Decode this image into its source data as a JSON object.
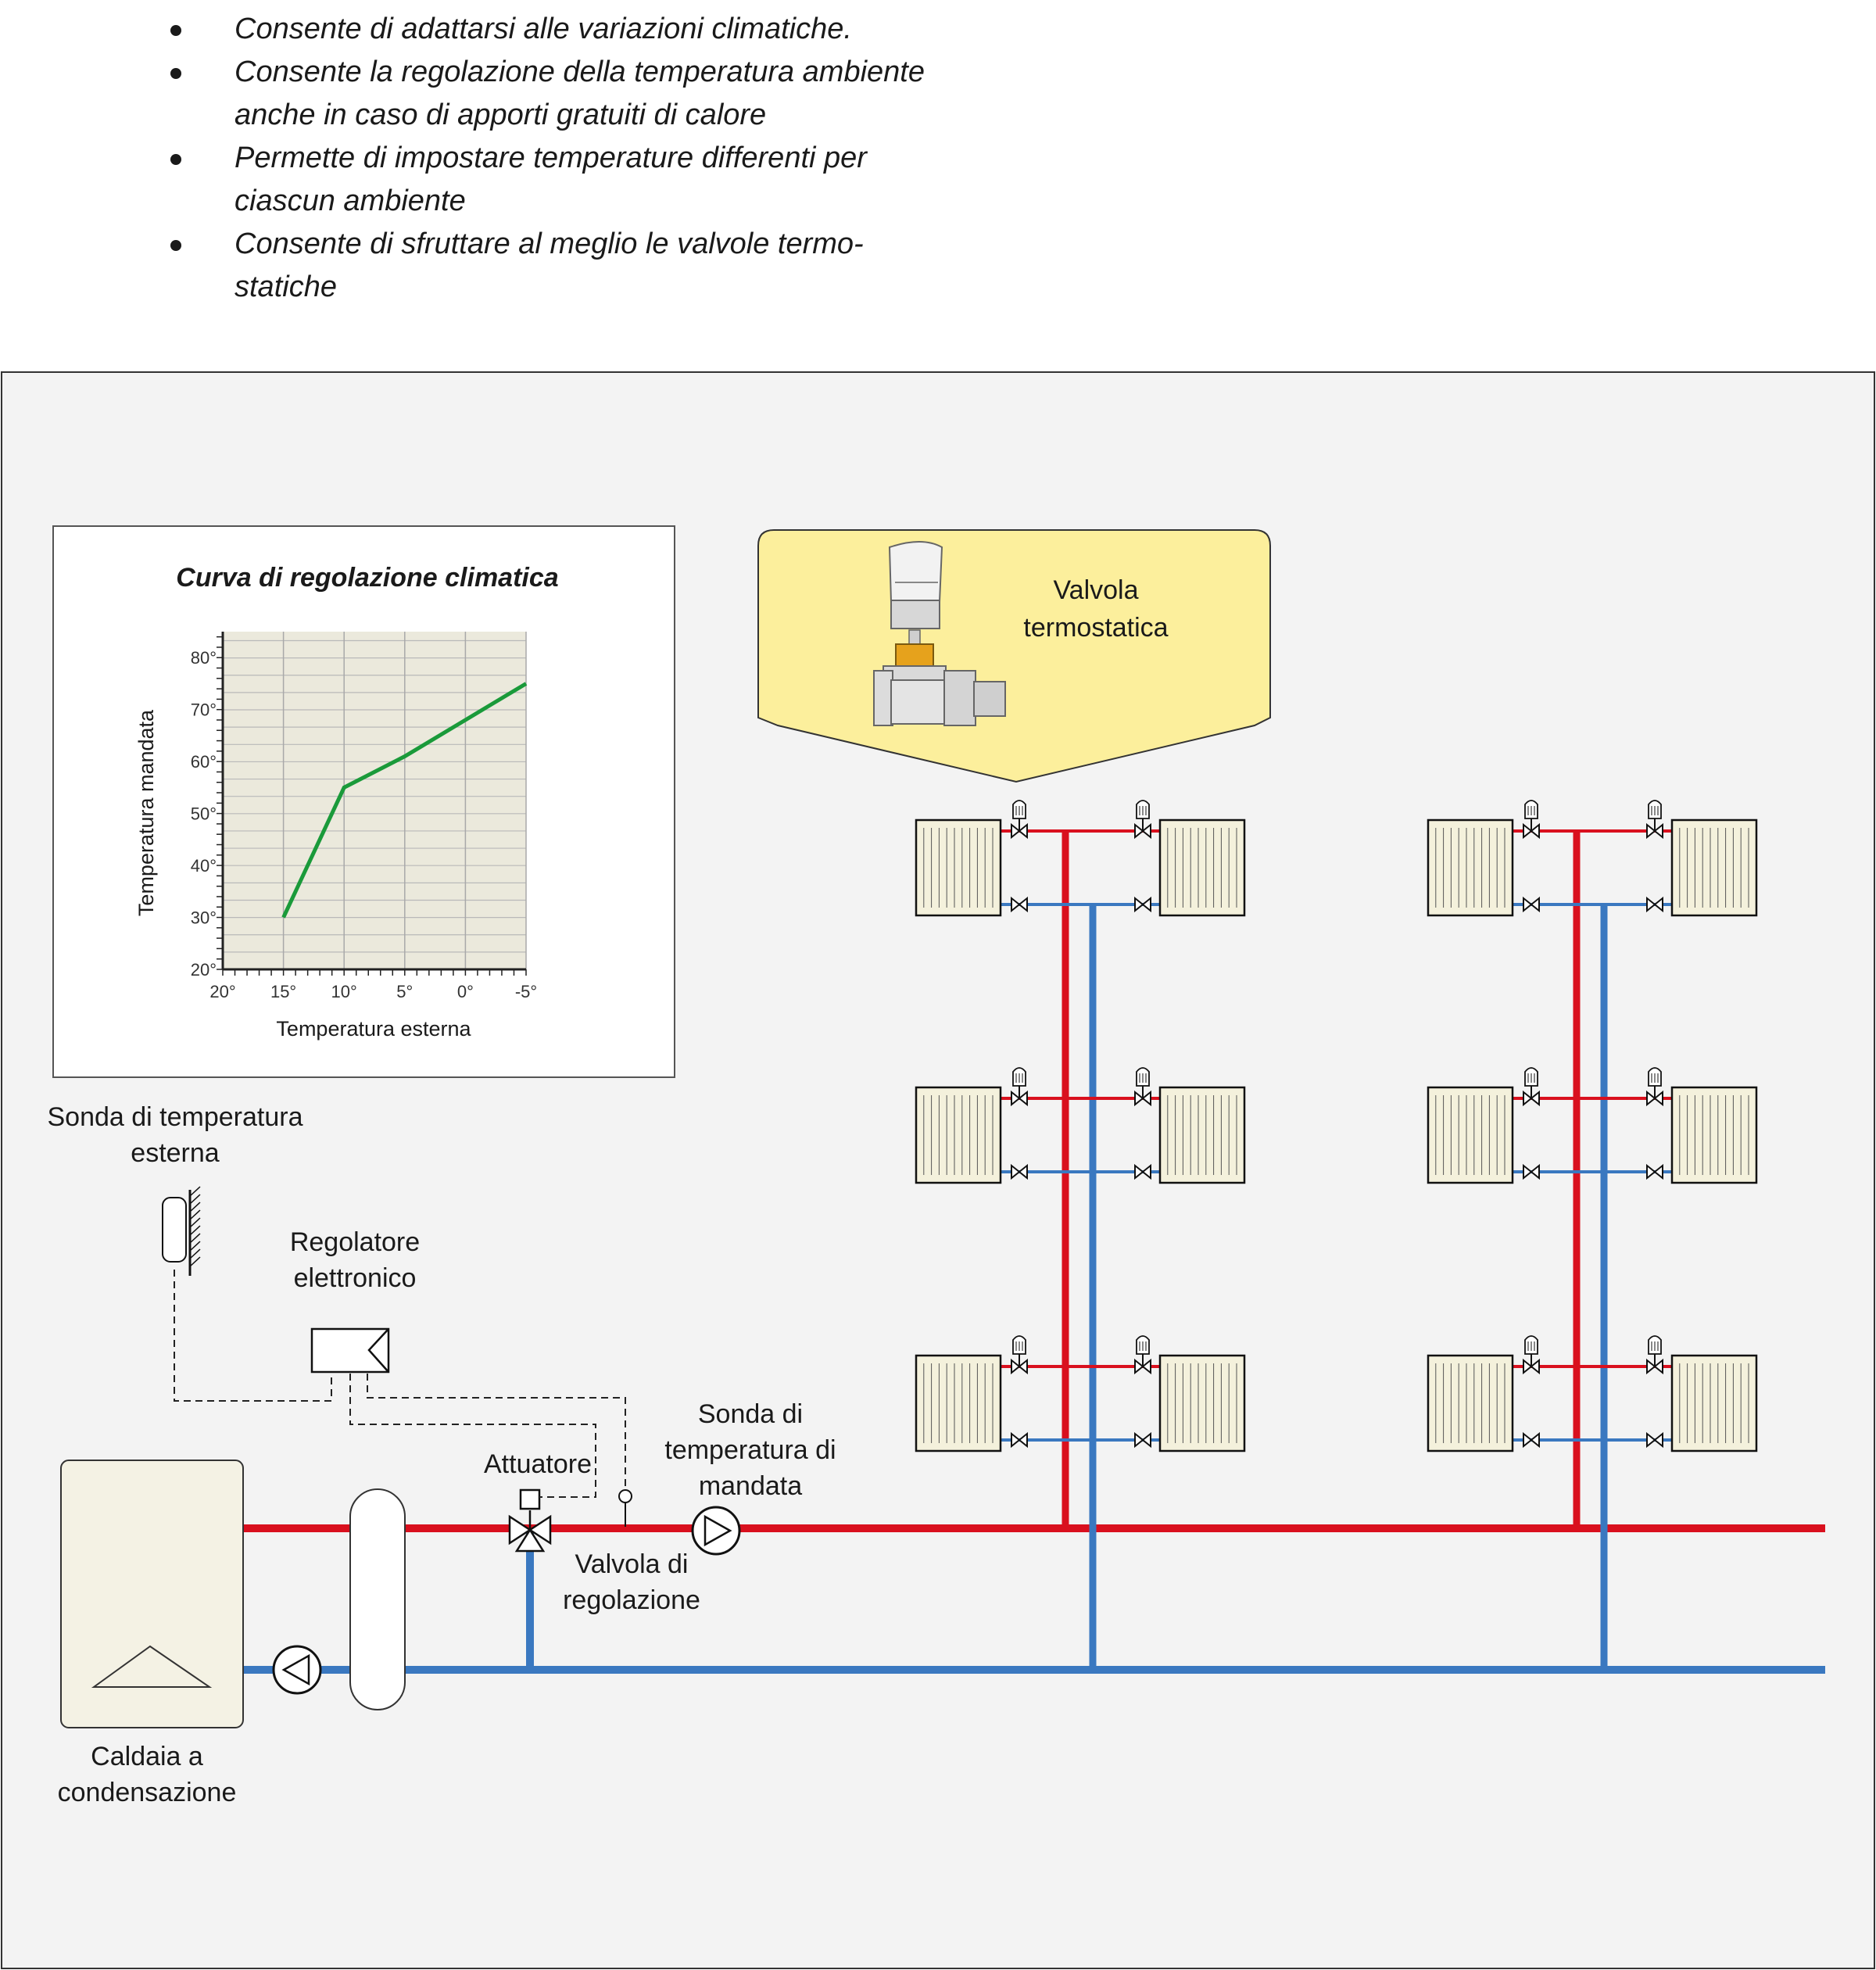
{
  "bullets": [
    "Consente di adattarsi alle variazioni climatiche.",
    "Consente la regolazione della temperatura ambiente anche in caso di apporti gratuiti di calore",
    "Permette di impostare temperature differenti per ciascun ambiente",
    "Consente di sfruttare al meglio le valvole termo-statiche"
  ],
  "colors": {
    "supply": "#d9101e",
    "return": "#3a78c0",
    "panel_bg": "#f3f3f3",
    "callout_bg": "#fcef9c",
    "grid_bg": "#ebe9dc",
    "curve": "#1a9a3a",
    "radiator_fill": "#f4f1dc"
  },
  "labels": {
    "sonda_esterna": [
      "Sonda di temperatura",
      "esterna"
    ],
    "regolatore": [
      "Regolatore",
      "elettronico"
    ],
    "attuatore": "Attuatore",
    "sonda_mandata": [
      "Sonda di",
      "temperatura di",
      "mandata"
    ],
    "valvola_regolazione": [
      "Valvola di",
      "regolazione"
    ],
    "caldaia": [
      "Caldaia a",
      "condensazione"
    ],
    "valvola_termostatica": [
      "Valvola",
      "termostatica"
    ]
  },
  "chart_data": {
    "type": "line",
    "title": "Curva di regolazione climatica",
    "xlabel": "Temperatura esterna",
    "ylabel": "Temperatura mandata",
    "x_ticks": [
      "20°",
      "15°",
      "10°",
      "5°",
      "0°",
      "-5°"
    ],
    "y_ticks": [
      "20°",
      "30°",
      "40°",
      "50°",
      "60°",
      "70°",
      "80°"
    ],
    "xlim": [
      20,
      -5
    ],
    "ylim": [
      20,
      85
    ],
    "grid": true,
    "series": [
      {
        "x": [
          15,
          10,
          5,
          0,
          -5
        ],
        "y": [
          30,
          55,
          61,
          68,
          75
        ]
      }
    ]
  }
}
